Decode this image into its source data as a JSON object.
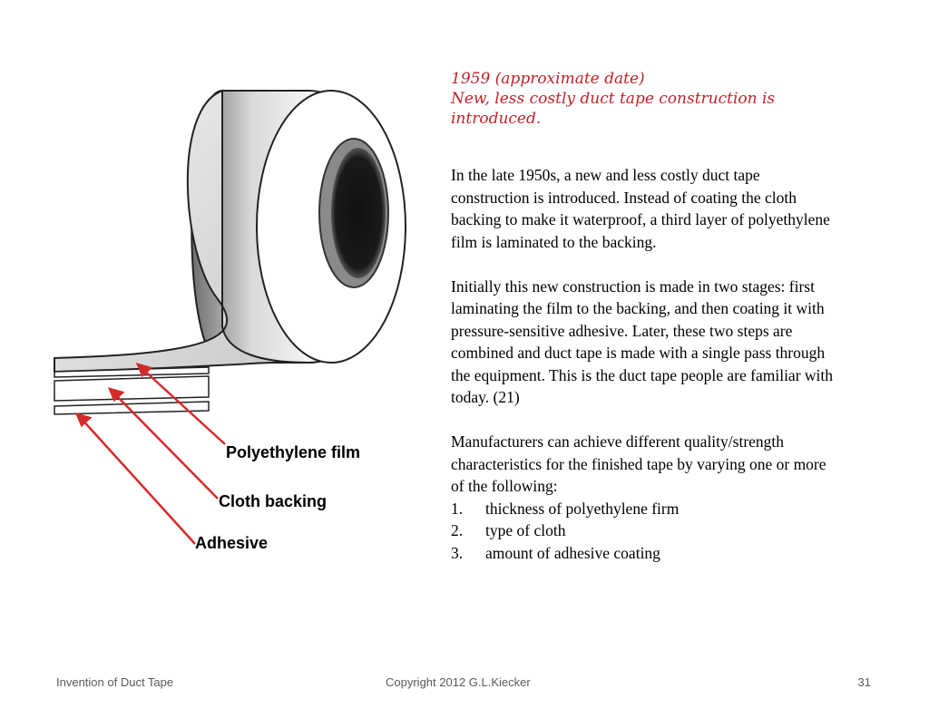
{
  "heading": {
    "line1": "1959 (approximate date)",
    "line2": "New, less costly duct tape construction is",
    "line3": "introduced."
  },
  "paragraphs": [
    "In the late 1950s, a new and less costly duct tape construction is introduced.  Instead of coating the cloth backing to make it waterproof, a third layer of polyethylene film is laminated to the backing.",
    "Initially this new construction is made in two stages: first laminating the film to the backing, and then coating it with pressure-sensitive adhesive.  Later, these two steps are combined and duct tape is made with a single pass through the equipment.  This is the duct tape people are familiar with today. (21)",
    "Manufacturers can achieve different quality/strength characteristics for the finished tape by varying one or more of the following:"
  ],
  "list": [
    {
      "num": "1.",
      "text": "thickness of polyethylene firm"
    },
    {
      "num": "2.",
      "text": "type of cloth"
    },
    {
      "num": "3.",
      "text": "amount of adhesive coating"
    }
  ],
  "labels": {
    "film": "Polyethylene film",
    "cloth": "Cloth backing",
    "adhesive": "Adhesive"
  },
  "footer": {
    "left": "Invention of Duct Tape",
    "center": "Copyright 2012 G.L.Kiecker",
    "page": "31"
  },
  "colors": {
    "heading": "#c0222a",
    "arrow": "#d42a2a"
  }
}
